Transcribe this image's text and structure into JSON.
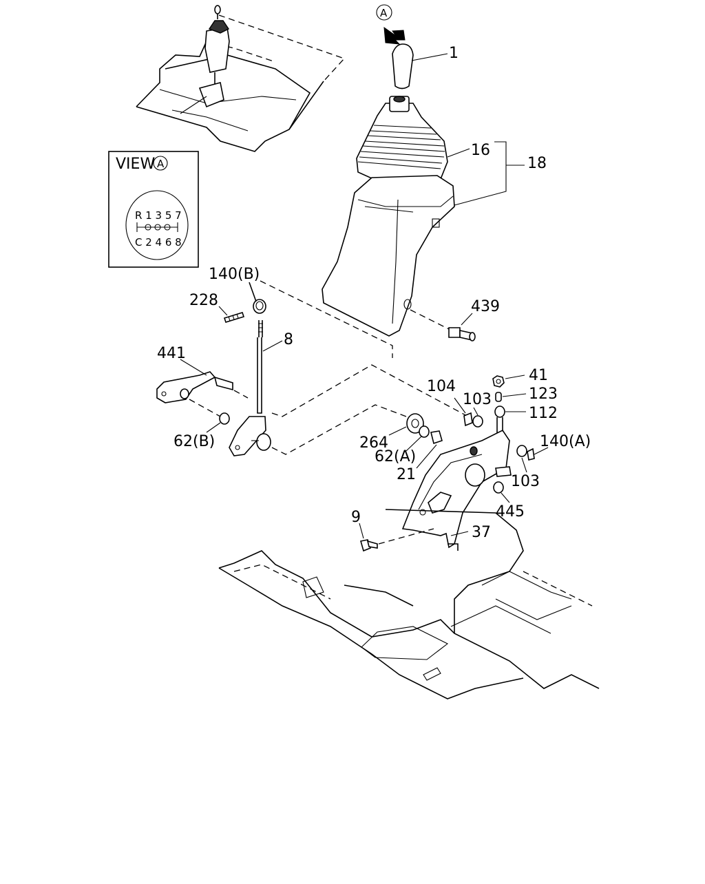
{
  "view_box": {
    "title": "VIEW",
    "title_marker": "A",
    "shift_top": "R 1 3 5 7",
    "shift_bottom": "C 2 4 6 8"
  },
  "arrow_marker": "A",
  "callouts": {
    "p1": "1",
    "p16": "16",
    "p18": "18",
    "p140b": "140(B)",
    "p228": "228",
    "p8": "8",
    "p439": "439",
    "p441": "441",
    "p104": "104",
    "p103a": "103",
    "p41": "41",
    "p123": "123",
    "p112": "112",
    "p140a": "140(A)",
    "p264": "264",
    "p62a": "62(A)",
    "p62b": "62(B)",
    "p21": "21",
    "p103b": "103",
    "p445": "445",
    "p9": "9",
    "p37": "37"
  }
}
